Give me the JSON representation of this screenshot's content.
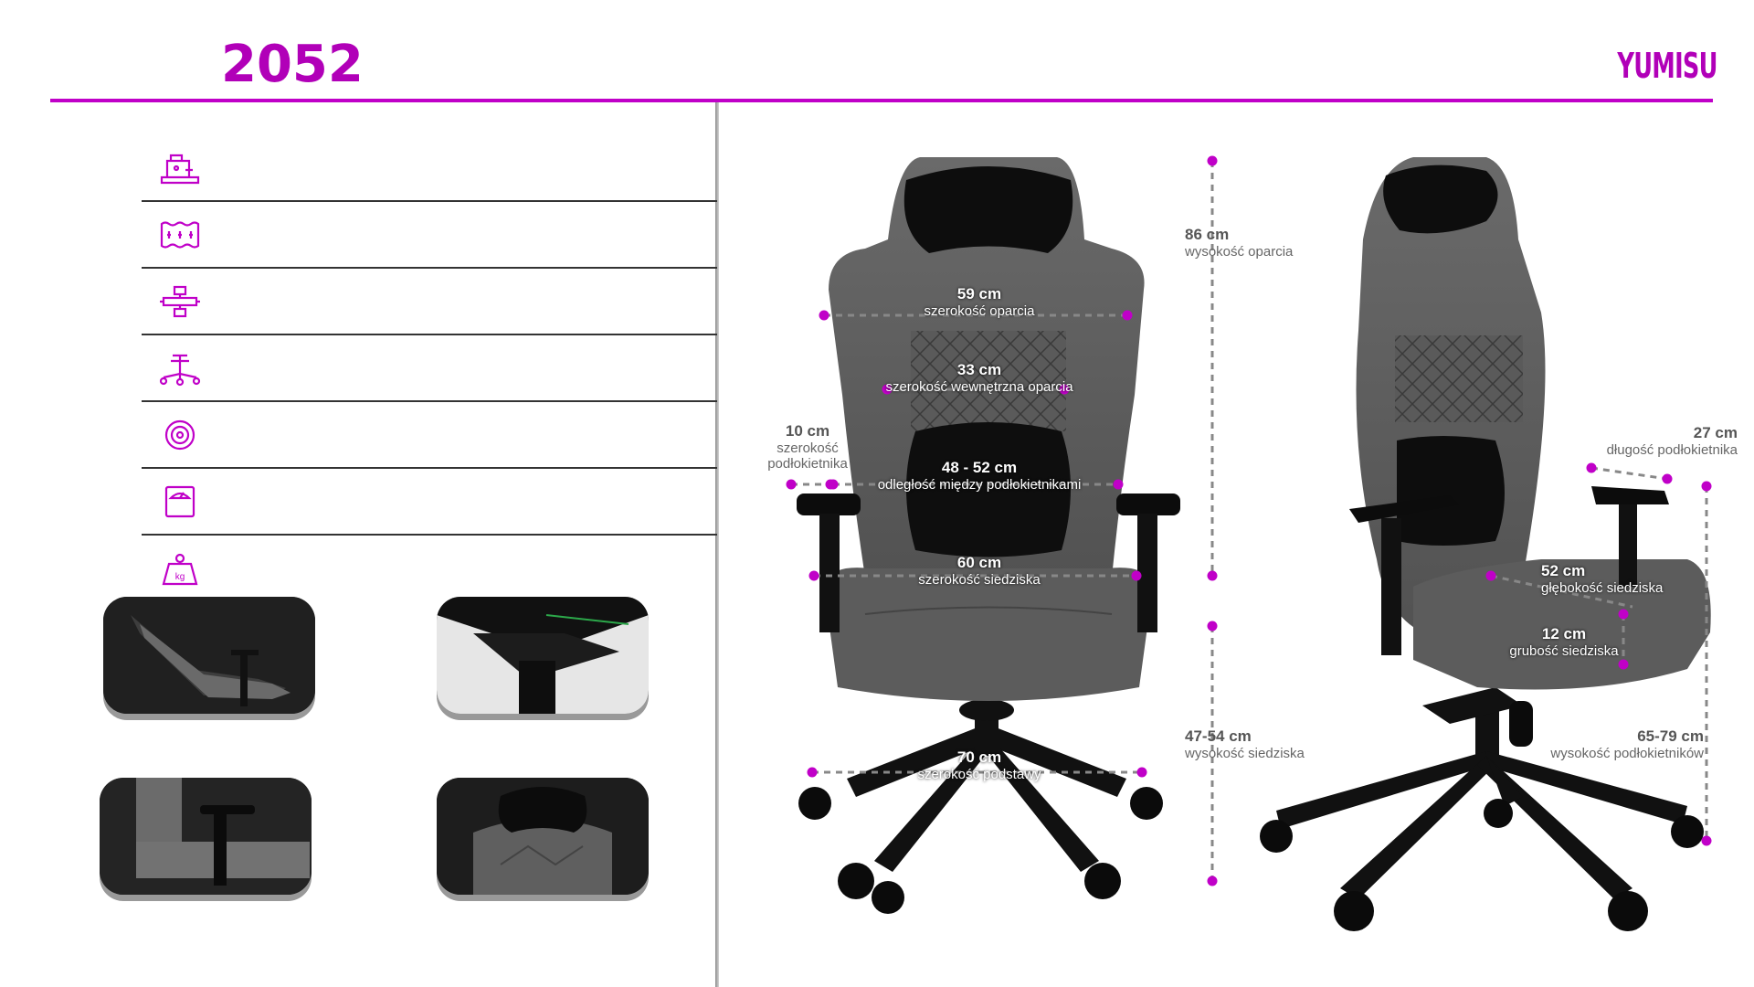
{
  "header": {
    "model": "2052",
    "brand": "YUMISU"
  },
  "specs": [
    {
      "icon": "sewing-machine-icon",
      "text": ""
    },
    {
      "icon": "foam-cushion-icon",
      "text": ""
    },
    {
      "icon": "armrest-adjust-icon",
      "text": ""
    },
    {
      "icon": "chair-base-icon",
      "text": ""
    },
    {
      "icon": "wheel-icon",
      "text": ""
    },
    {
      "icon": "scale-icon",
      "text": ""
    },
    {
      "icon": "weight-kg-icon",
      "text": ""
    }
  ],
  "weight_icon_label": "kg",
  "thumbnails": [
    {
      "name": "recline-thumbnail"
    },
    {
      "name": "mechanism-thumbnail"
    },
    {
      "name": "side-armrest-thumbnail"
    },
    {
      "name": "headrest-thumbnail"
    }
  ],
  "measurements": {
    "backrest_width": {
      "value": "59 cm",
      "label": "szerokość oparcia"
    },
    "inner_backrest_width": {
      "value": "33 cm",
      "label": "szerokość wewnętrzna oparcia"
    },
    "armrest_width": {
      "value": "10 cm",
      "label": "szerokość podłokietnika"
    },
    "armrest_distance": {
      "value": "48 - 52 cm",
      "label": "odległość między podłokietnikami"
    },
    "seat_width": {
      "value": "60 cm",
      "label": "szerokość siedziska"
    },
    "base_width": {
      "value": "70 cm",
      "label": "szerokość podstawy"
    },
    "backrest_height": {
      "value": "86 cm",
      "label": "wysokość oparcia"
    },
    "seat_height": {
      "value": "47-54 cm",
      "label": "wysokość siedziska"
    },
    "armrest_length": {
      "value": "27 cm",
      "label": "długość podłokietnika"
    },
    "seat_depth": {
      "value": "52 cm",
      "label": "głębokość siedziska"
    },
    "seat_thickness": {
      "value": "12 cm",
      "label": "grubość siedziska"
    },
    "armrest_height": {
      "value": "65-79 cm",
      "label": "wysokość podłokietników"
    }
  },
  "colors": {
    "accent": "#c000c8",
    "marker": "#c000c8",
    "fabric": "#5e5e5e",
    "cushion": "#111111"
  }
}
